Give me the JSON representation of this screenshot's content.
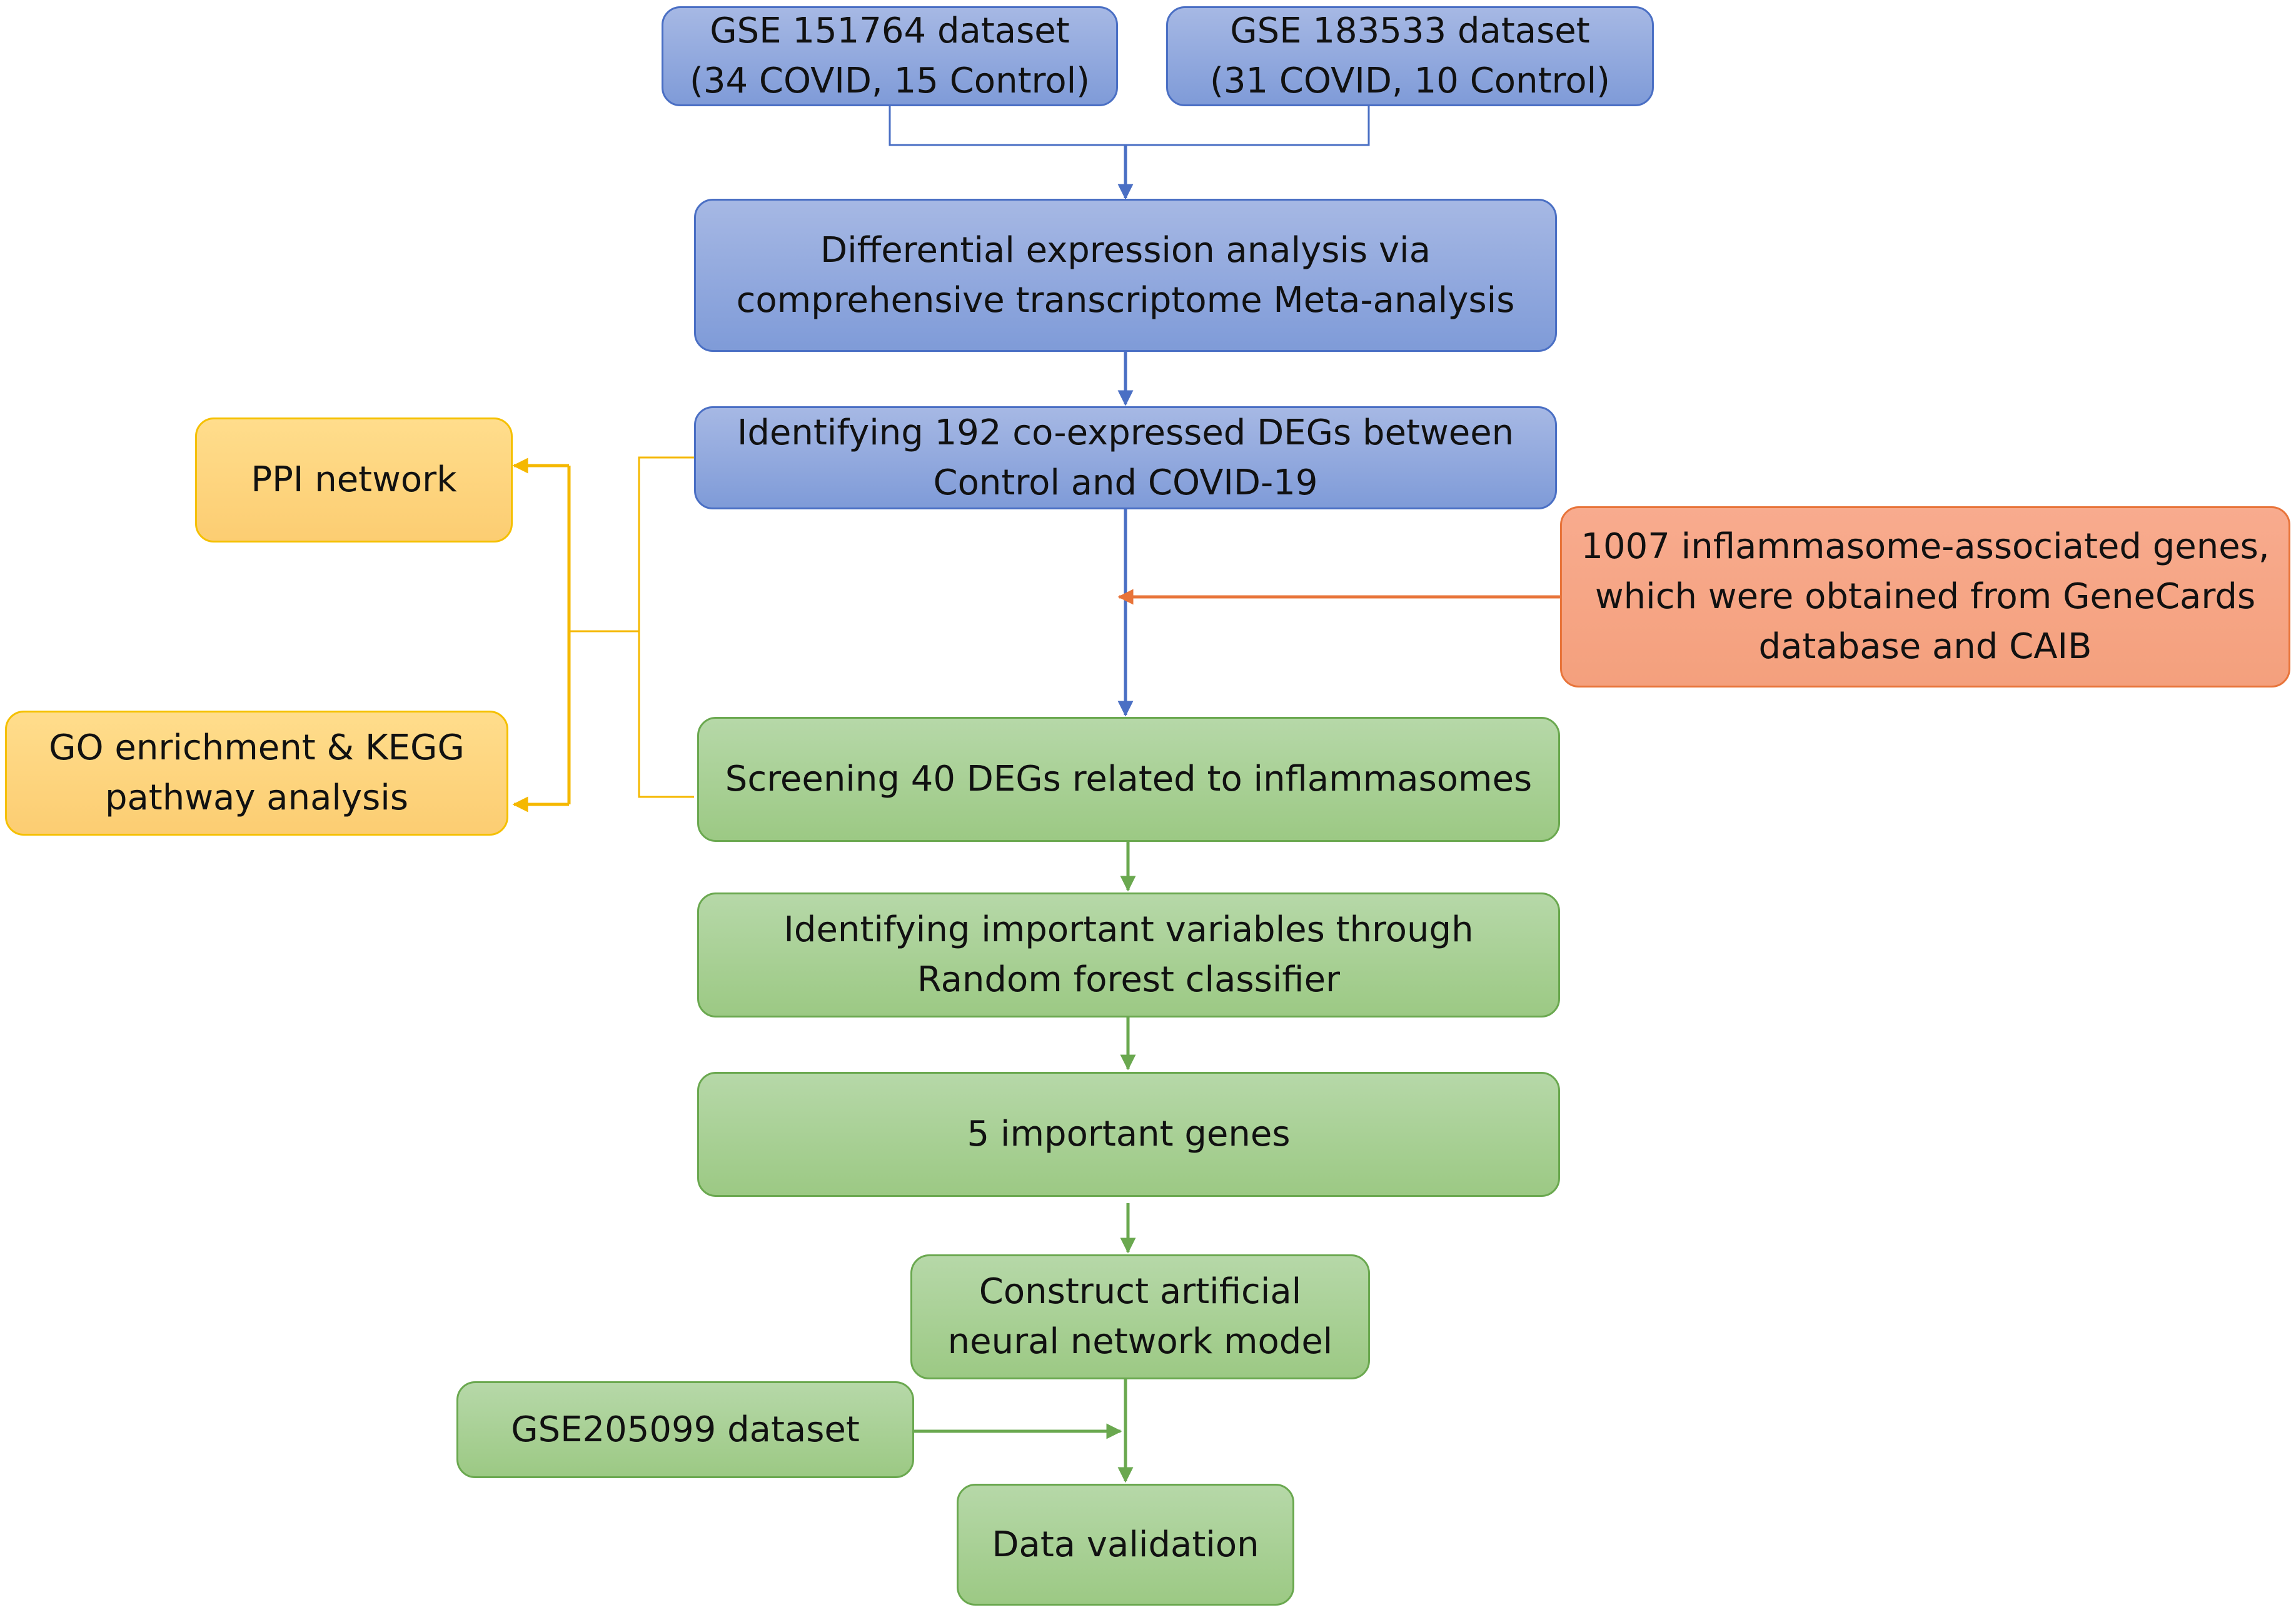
{
  "nodes": {
    "gse151764": {
      "line1": "GSE 151764 dataset",
      "line2": "(34 COVID, 15 Control)"
    },
    "gse183533": {
      "line1": "GSE 183533 dataset",
      "line2": "(31 COVID, 10 Control)"
    },
    "differential": {
      "line1": "Differential expression analysis via",
      "line2": "comprehensive transcriptome Meta-analysis"
    },
    "identifying_degs": {
      "line1": "Identifying 192 co-expressed DEGs between",
      "line2": "Control and COVID-19"
    },
    "ppi": {
      "line1": "PPI network"
    },
    "go_kegg": {
      "line1": "GO enrichment & KEGG",
      "line2": "pathway analysis"
    },
    "inflammasome_genes": {
      "line1": "1007 inflammasome-associated genes,",
      "line2": "which were obtained from GeneCards",
      "line3": "database and CAIB"
    },
    "screening": {
      "line1": "Screening 40 DEGs related to inflammasomes"
    },
    "random_forest": {
      "line1": "Identifying important variables through",
      "line2": "Random forest classifier"
    },
    "important_genes": {
      "line1": "5 important genes"
    },
    "ann_model": {
      "line1": "Construct artificial",
      "line2": "neural network model"
    },
    "gse205099": {
      "line1": "GSE205099 dataset"
    },
    "validation": {
      "line1": "Data validation"
    }
  },
  "colors": {
    "blue_arrow": "#4a6fc4",
    "yellow_arrow": "#f5b800",
    "orange_arrow": "#e8743a",
    "green_arrow": "#6aa84f"
  }
}
